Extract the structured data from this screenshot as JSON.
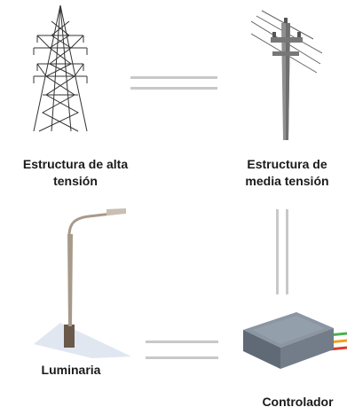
{
  "nodes": {
    "high_voltage": {
      "label_line1": "Estructura de alta",
      "label_line2": "tensión",
      "icon": "transmission-tower-icon"
    },
    "medium_voltage": {
      "label_line1": "Estructura de",
      "label_line2": "media tensión",
      "icon": "utility-pole-icon"
    },
    "luminaire": {
      "label": "Luminaria",
      "icon": "street-light-icon"
    },
    "controller": {
      "label": "Controlador",
      "icon": "controller-box-icon"
    }
  },
  "connectors": [
    {
      "from": "high_voltage",
      "to": "medium_voltage",
      "style": "double-line"
    },
    {
      "from": "medium_voltage",
      "to": "controller",
      "style": "double-line"
    },
    {
      "from": "luminaire",
      "to": "controller",
      "style": "double-line"
    }
  ],
  "colors": {
    "connector": "#c8c8c8",
    "controller_body": "#7d8894",
    "wire_red": "#d93b2b",
    "wire_orange": "#f0a020",
    "wire_green": "#4caf50"
  }
}
